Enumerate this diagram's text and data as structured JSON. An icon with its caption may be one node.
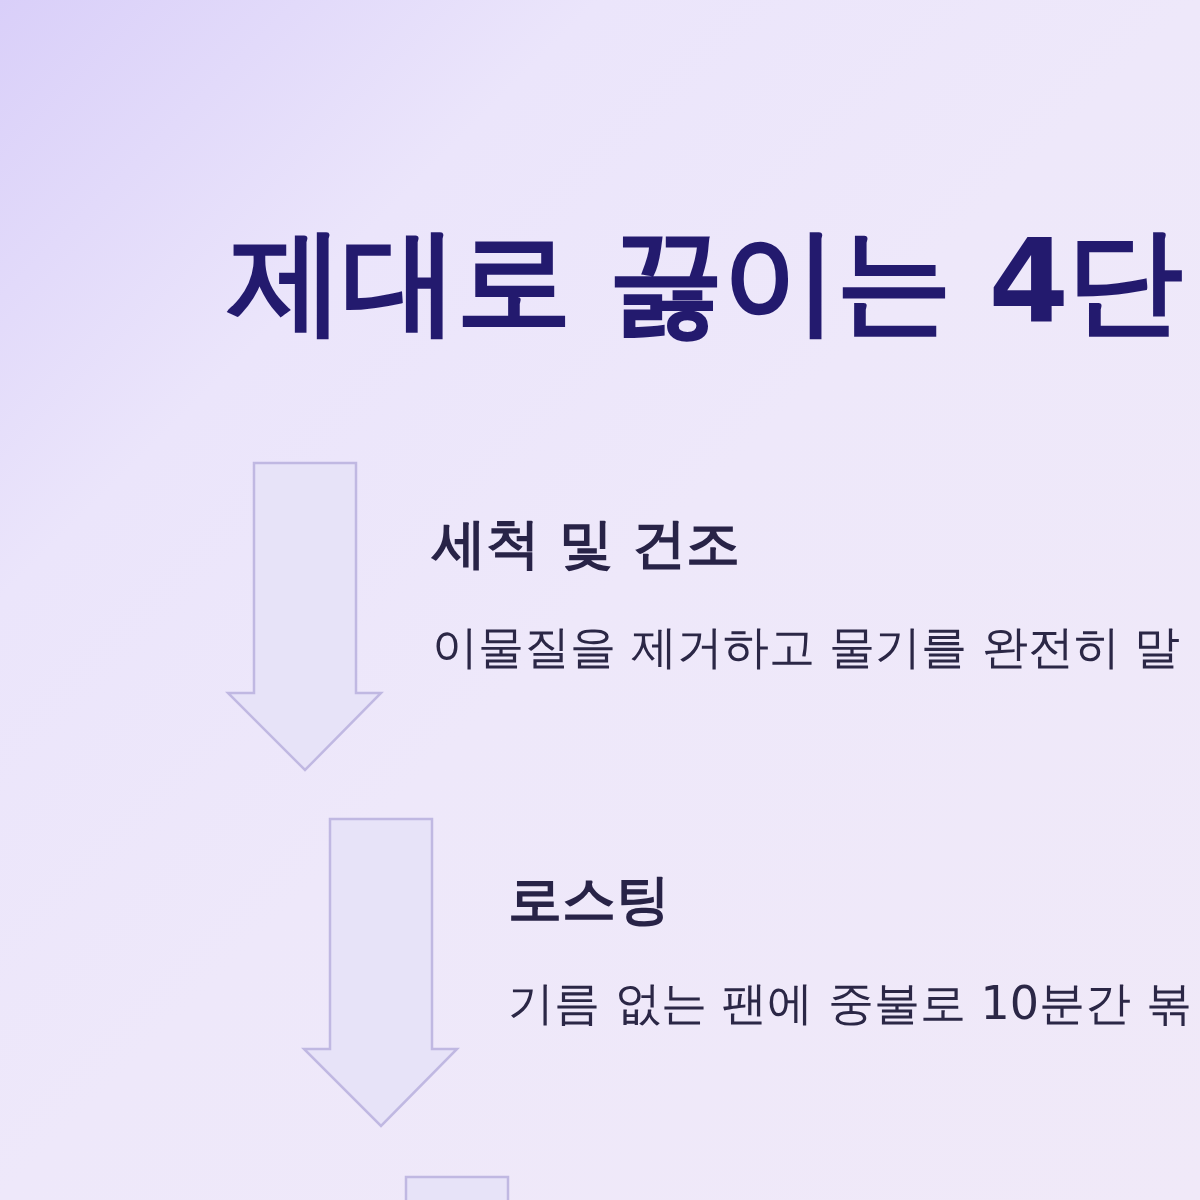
{
  "diagram": {
    "title": "제대로 끓이는 4단",
    "nodes": [
      {
        "text": [
          "세척 및 건조",
          "이물질을 제거하고 물기를 완전히 말"
        ]
      },
      {
        "text": [
          "로스팅",
          "기름 없는 팬에 중불로 10분간 볶"
        ]
      }
    ]
  }
}
